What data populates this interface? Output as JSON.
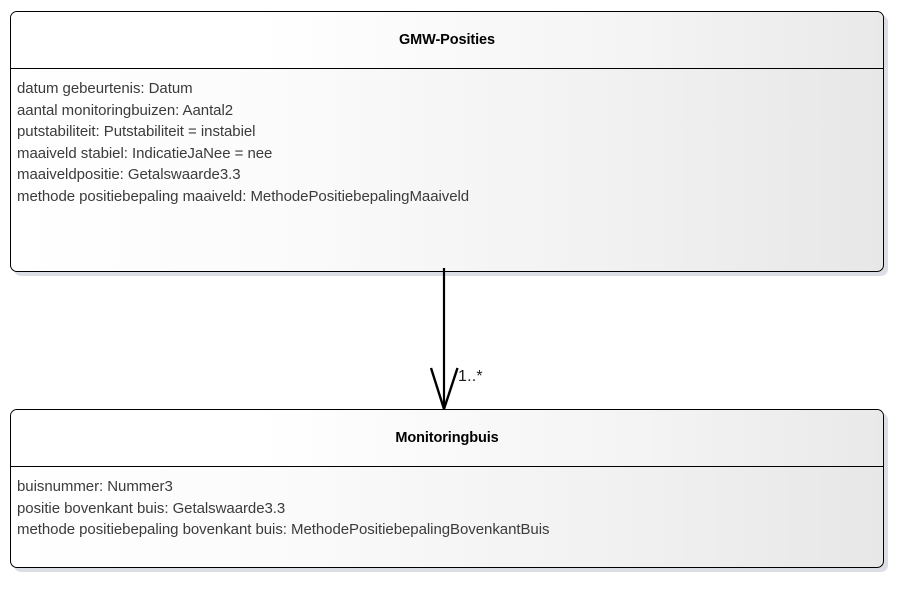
{
  "diagram": {
    "type": "uml-class-diagram",
    "background_color": "#ffffff",
    "border_color": "#000000",
    "text_color": "#3b3b3b",
    "classes": [
      {
        "name": "GMW-Posities",
        "attributes": [
          "datum gebeurtenis: Datum",
          "aantal monitoringbuizen: Aantal2",
          "putstabiliteit: Putstabiliteit = instabiel",
          "maaiveld stabiel: IndicatieJaNee = nee",
          "maaiveldpositie: Getalswaarde3.3",
          "methode positiebepaling maaiveld: MethodePositiebepalingMaaiveld"
        ]
      },
      {
        "name": "Monitoringbuis",
        "attributes": [
          "buisnummer: Nummer3",
          "positie bovenkant buis: Getalswaarde3.3",
          "methode positiebepaling bovenkant buis: MethodePositiebepalingBovenkantBuis"
        ]
      }
    ],
    "association": {
      "from": "GMW-Posities",
      "to": "Monitoringbuis",
      "multiplicity": "1..*",
      "arrow_style": "open-arrowhead"
    }
  }
}
